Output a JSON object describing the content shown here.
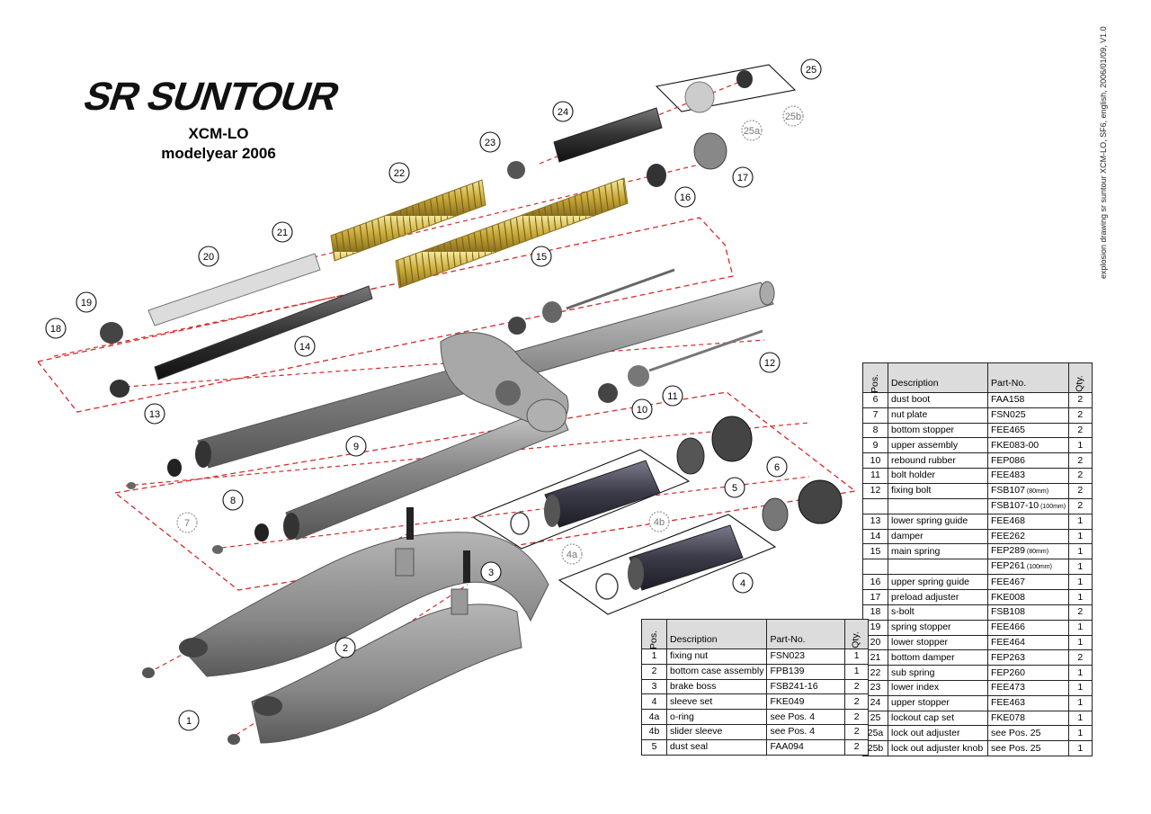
{
  "brand": "SR SUNTOUR",
  "model": "XCM-LO",
  "modelyear": "modelyear 2006",
  "side_note": "explosion drawing sr suntour XCM-LO, SF6, english, 2006/01/09, V1.0",
  "callouts": [
    "1",
    "2",
    "3",
    "4",
    "4a",
    "4b",
    "5",
    "6",
    "7",
    "8",
    "9",
    "10",
    "11",
    "12",
    "13",
    "14",
    "15",
    "16",
    "17",
    "18",
    "19",
    "20",
    "21",
    "22",
    "23",
    "24",
    "25",
    "25a",
    "25b"
  ],
  "table_headers": {
    "pos": "Pos.",
    "description": "Description",
    "part_no": "Part-No.",
    "qty": "Qty."
  },
  "parts_table_right": [
    {
      "pos": "6",
      "description": "dust boot",
      "part_no": "FAA158",
      "note": "",
      "qty": "2"
    },
    {
      "pos": "7",
      "description": "nut plate",
      "part_no": "FSN025",
      "note": "",
      "qty": "2"
    },
    {
      "pos": "8",
      "description": "bottom stopper",
      "part_no": "FEE465",
      "note": "",
      "qty": "2"
    },
    {
      "pos": "9",
      "description": "upper assembly",
      "part_no": "FKE083-00",
      "note": "",
      "qty": "1"
    },
    {
      "pos": "10",
      "description": "rebound rubber",
      "part_no": "FEP086",
      "note": "",
      "qty": "2"
    },
    {
      "pos": "11",
      "description": "bolt holder",
      "part_no": "FEE483",
      "note": "",
      "qty": "2"
    },
    {
      "pos": "12",
      "description": "fixing bolt",
      "part_no": "FSB107",
      "note": "(80mm)",
      "qty": "2"
    },
    {
      "pos": "",
      "description": "",
      "part_no": "FSB107-10",
      "note": "(100mm)",
      "qty": "2"
    },
    {
      "pos": "13",
      "description": "lower spring guide",
      "part_no": "FEE468",
      "note": "",
      "qty": "1"
    },
    {
      "pos": "14",
      "description": "damper",
      "part_no": "FEE262",
      "note": "",
      "qty": "1"
    },
    {
      "pos": "15",
      "description": "main spring",
      "part_no": "FEP289",
      "note": "(80mm)",
      "qty": "1"
    },
    {
      "pos": "",
      "description": "",
      "part_no": "FEP261",
      "note": "(100mm)",
      "qty": "1"
    },
    {
      "pos": "16",
      "description": "upper spring guide",
      "part_no": "FEE467",
      "note": "",
      "qty": "1"
    },
    {
      "pos": "17",
      "description": "preload adjuster",
      "part_no": "FKE008",
      "note": "",
      "qty": "1"
    },
    {
      "pos": "18",
      "description": "s-bolt",
      "part_no": "FSB108",
      "note": "",
      "qty": "2"
    },
    {
      "pos": "19",
      "description": "spring stopper",
      "part_no": "FEE466",
      "note": "",
      "qty": "1"
    },
    {
      "pos": "20",
      "description": "lower stopper",
      "part_no": "FEE464",
      "note": "",
      "qty": "1"
    },
    {
      "pos": "21",
      "description": "bottom damper",
      "part_no": "FEP263",
      "note": "",
      "qty": "2"
    },
    {
      "pos": "22",
      "description": "sub spring",
      "part_no": "FEP260",
      "note": "",
      "qty": "1"
    },
    {
      "pos": "23",
      "description": "lower index",
      "part_no": "FEE473",
      "note": "",
      "qty": "1"
    },
    {
      "pos": "24",
      "description": "upper stopper",
      "part_no": "FEE463",
      "note": "",
      "qty": "1"
    },
    {
      "pos": "25",
      "description": "lockout cap set",
      "part_no": "FKE078",
      "note": "",
      "qty": "1"
    },
    {
      "pos": "25a",
      "description": "lock out adjuster",
      "part_no": "see Pos. 25",
      "note": "",
      "qty": "1"
    },
    {
      "pos": "25b",
      "description": "lock out adjuster knob",
      "part_no": "see Pos. 25",
      "note": "",
      "qty": "1"
    }
  ],
  "parts_table_left": [
    {
      "pos": "1",
      "description": "fixing nut",
      "part_no": "FSN023",
      "note": "",
      "qty": "1"
    },
    {
      "pos": "2",
      "description": "bottom case assembly",
      "part_no": "FPB139",
      "note": "",
      "qty": "1"
    },
    {
      "pos": "3",
      "description": "brake boss",
      "part_no": "FSB241-16",
      "note": "",
      "qty": "2"
    },
    {
      "pos": "4",
      "description": "sleeve set",
      "part_no": "FKE049",
      "note": "",
      "qty": "2"
    },
    {
      "pos": "4a",
      "description": "o-ring",
      "part_no": "see Pos. 4",
      "note": "",
      "qty": "2"
    },
    {
      "pos": "4b",
      "description": "slider sleeve",
      "part_no": "see Pos. 4",
      "note": "",
      "qty": "2"
    },
    {
      "pos": "5",
      "description": "dust seal",
      "part_no": "FAA094",
      "note": "",
      "qty": "2"
    }
  ],
  "colors": {
    "explode_line": "#d42a2a",
    "spring": "#d8c25a",
    "metal": "#9a9a9a",
    "dark_part": "#3c3c44"
  }
}
